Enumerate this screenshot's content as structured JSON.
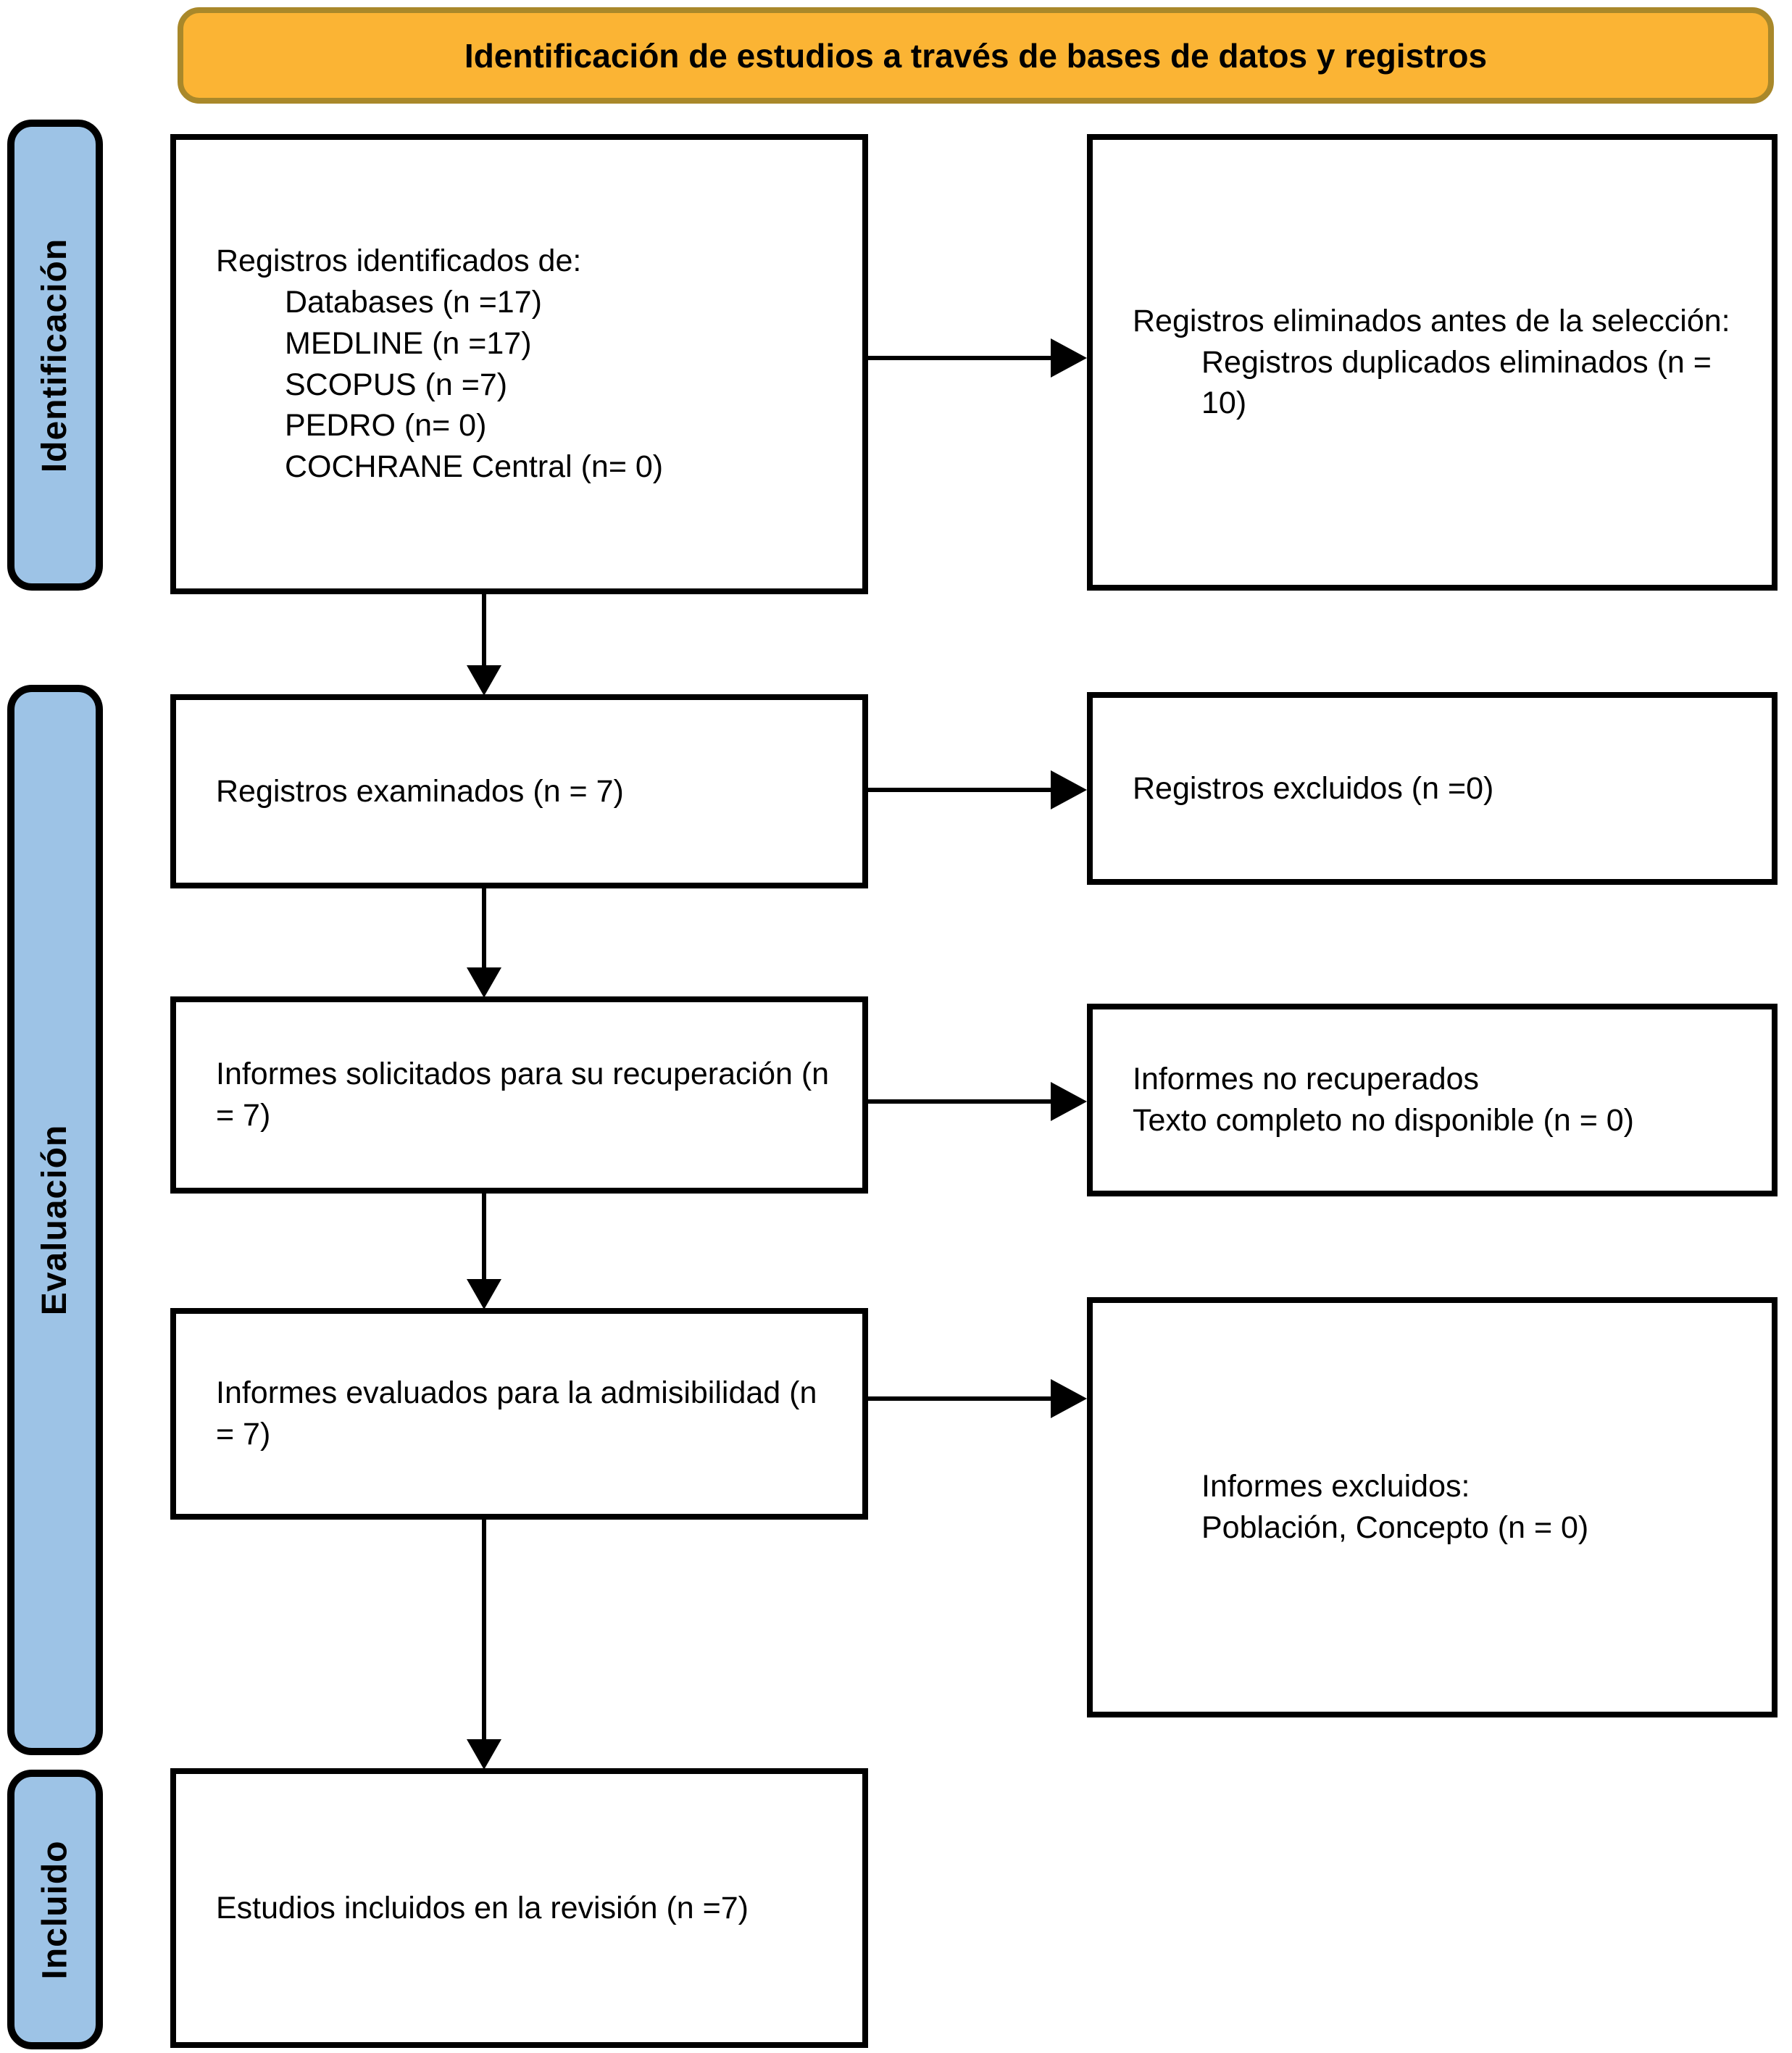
{
  "title": "Identificación de estudios a través de bases de datos y registros",
  "colors": {
    "banner_fill": "#FBB434",
    "banner_border": "#A9882A",
    "stage_fill": "#9DC3E6",
    "stage_border": "#000000",
    "box_border": "#000000"
  },
  "stages": [
    {
      "label": "Identificación"
    },
    {
      "label": "Evaluación"
    },
    {
      "label": "Incluido"
    }
  ],
  "flow": {
    "identified": {
      "intro": "Registros identificados de:",
      "items": [
        "Databases (n =17)",
        "MEDLINE (n =17)",
        "SCOPUS (n =7)",
        "PEDRO (n= 0)",
        "COCHRANE Central (n= 0)"
      ]
    },
    "removed_before_screening": {
      "intro": "Registros eliminados antes de la selección:",
      "items": [
        "Registros duplicados eliminados (n = 10)"
      ]
    },
    "screened": {
      "text": "Registros examinados (n = 7)"
    },
    "records_excluded": {
      "text": "Registros excluidos (n =0)"
    },
    "reports_sought": {
      "text": "Informes solicitados para su recuperación (n = 7)"
    },
    "reports_not_retrieved": {
      "lines": [
        "Informes no recuperados",
        "Texto completo no disponible (n = 0)"
      ]
    },
    "reports_assessed": {
      "text": "Informes evaluados para la admisibilidad (n = 7)"
    },
    "reports_excluded": {
      "intro": "Informes excluidos:",
      "items": [
        "Población, Concepto (n = 0)"
      ]
    },
    "studies_included": {
      "text": "Estudios incluidos en la revisión (n =7)"
    }
  }
}
